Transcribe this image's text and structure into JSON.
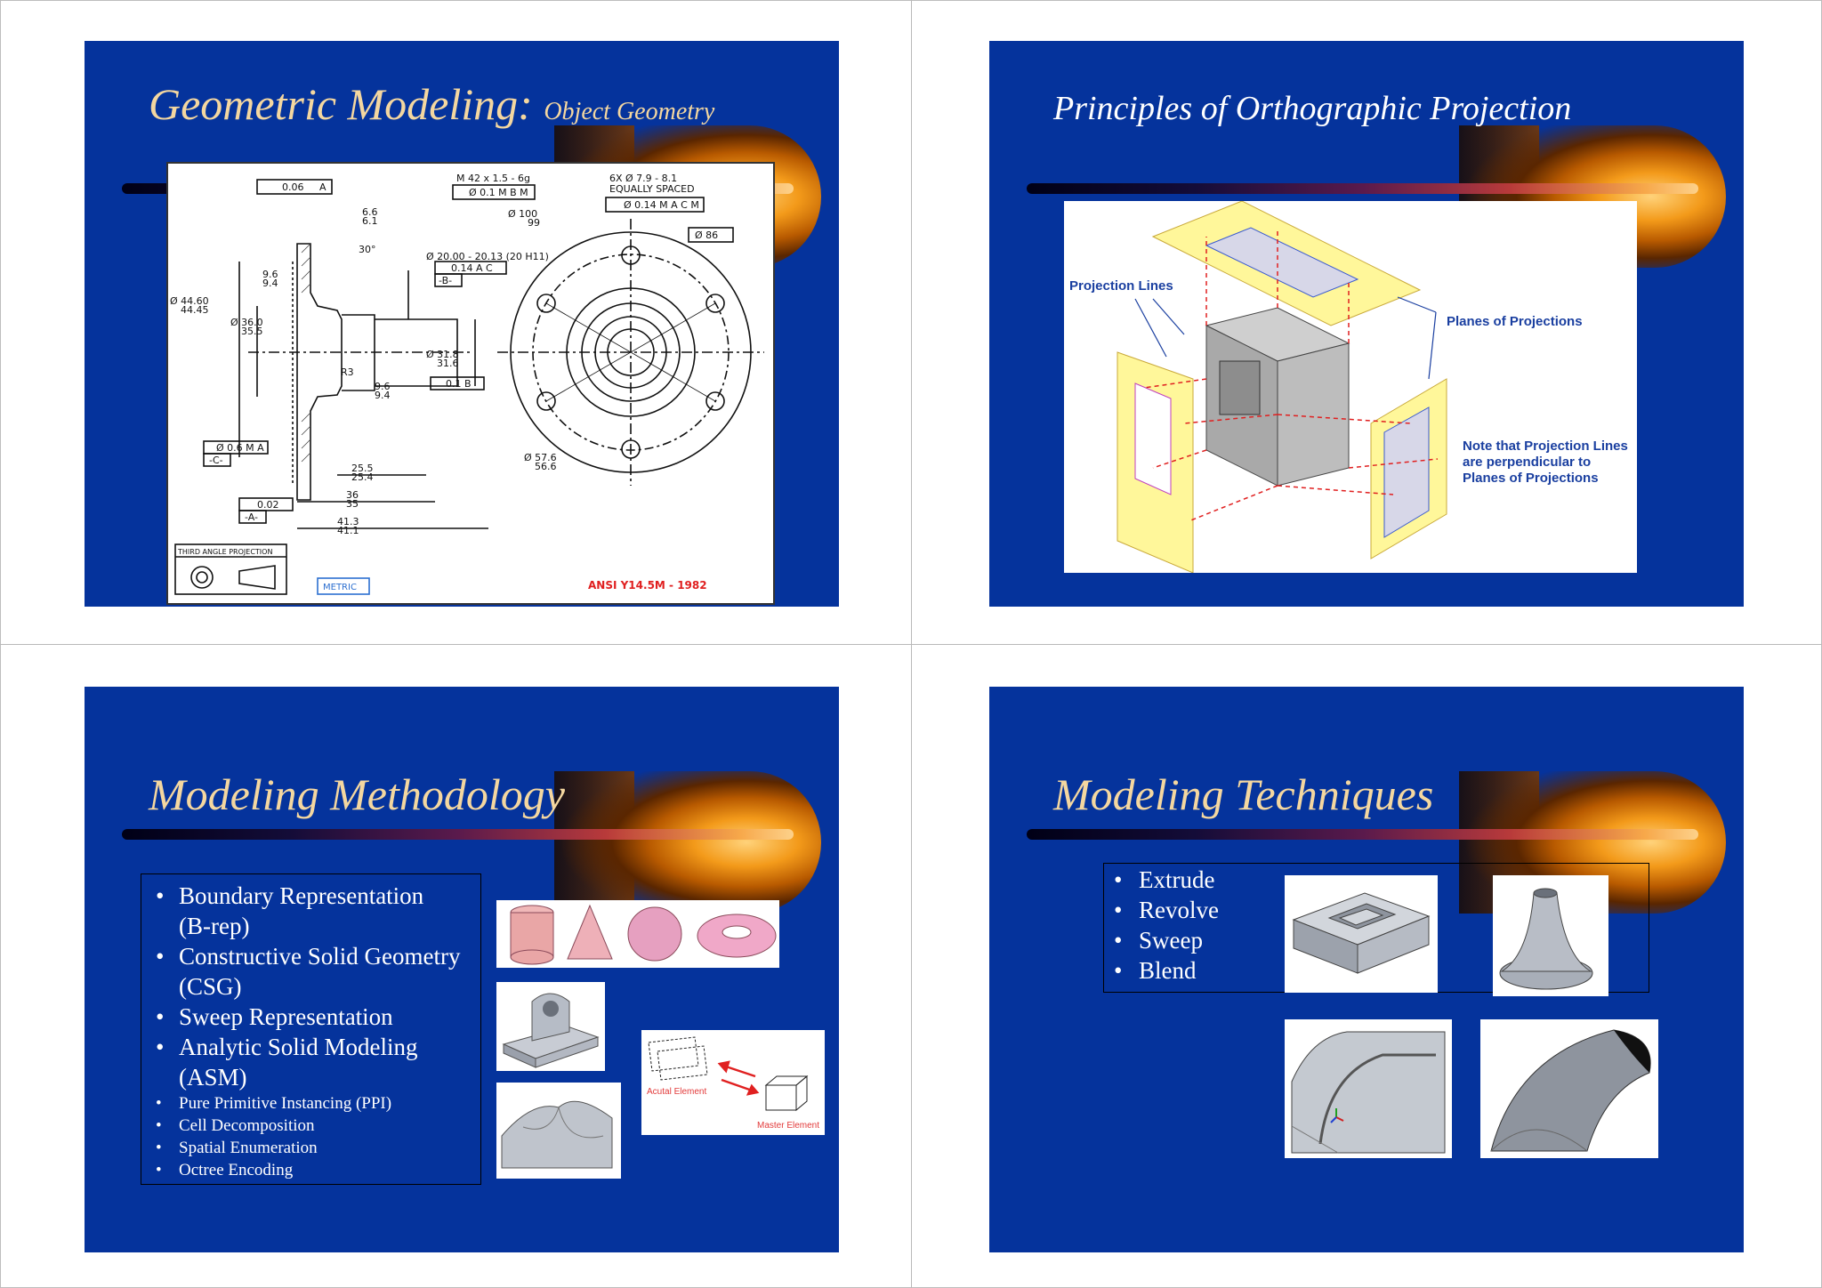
{
  "slides": [
    {
      "title": "Geometric Modeling:",
      "subtitle": "Object Geometry",
      "drawing_labels": {
        "flatness": "0.06",
        "datum_ref_a": "A",
        "dim_66": "6.6",
        "dim_61": "6.1",
        "thread": "M 42 x 1.5 - 6g",
        "pos_tol": "Ø 0.1 M B M",
        "holes": "6X Ø 7.9 - 8.1",
        "equally": "EQUALLY SPACED",
        "hole_tol": "Ø 0.14 M A C M",
        "dia_100": "Ø 100",
        "dia_99": "99",
        "dia_86": "Ø 86",
        "angle": "30°",
        "dim_96a": "9.6",
        "dim_94a": "9.4",
        "bore": "Ø 20.00 - 20.13 (20 H11)",
        "runout": "0.14 A C",
        "datum_b": "-B-",
        "dia_4460": "Ø 44.60",
        "dia_4445": "44.45",
        "dia_360": "Ø 36.0",
        "dia_355": "35.5",
        "dia_318": "Ø 31.8",
        "dia_316": "31.6",
        "runout_b": "0.1 B",
        "r3": "R3",
        "dim_96b": "9.6",
        "dim_94b": "9.4",
        "perp": "Ø 0.6 M A",
        "datum_c": "-C-",
        "dia_576": "Ø 57.6",
        "dia_566": "56.6",
        "dim_255": "25.5",
        "dim_254": "25.4",
        "flat_002": "0.02",
        "datum_a": "-A-",
        "dim_36": "36",
        "dim_35": "35",
        "dim_413": "41.3",
        "dim_411": "41.1",
        "third_angle": "THIRD ANGLE PROJECTION",
        "metric": "METRIC",
        "standard": "ANSI Y14.5M - 1982"
      }
    },
    {
      "title": "Principles of Orthographic Projection",
      "labels": {
        "projection_lines": "Projection Lines",
        "planes": "Planes of Projections",
        "note_line1": "Note that Projection Lines",
        "note_line2": "are perpendicular to",
        "note_line3": "Planes of Projections"
      }
    },
    {
      "title": "Modeling Methodology",
      "bullets_big": [
        "Boundary Representation",
        "(B-rep)",
        "Constructive Solid Geometry",
        "(CSG)",
        "Sweep Representation",
        "Analytic Solid Modeling",
        "(ASM)"
      ],
      "bullets_small": [
        "Pure Primitive Instancing (PPI)",
        "Cell Decomposition",
        "Spatial Enumeration",
        "Octree Encoding"
      ],
      "element_labels": {
        "actual": "Acutal Element",
        "master": "Master Element"
      }
    },
    {
      "title": "Modeling Techniques",
      "bullets": [
        "Extrude",
        "Revolve",
        "Sweep",
        "Blend"
      ]
    }
  ],
  "colors": {
    "slide_bg": "#05339c",
    "title": "#f4d7a0",
    "text": "#ffffff"
  }
}
